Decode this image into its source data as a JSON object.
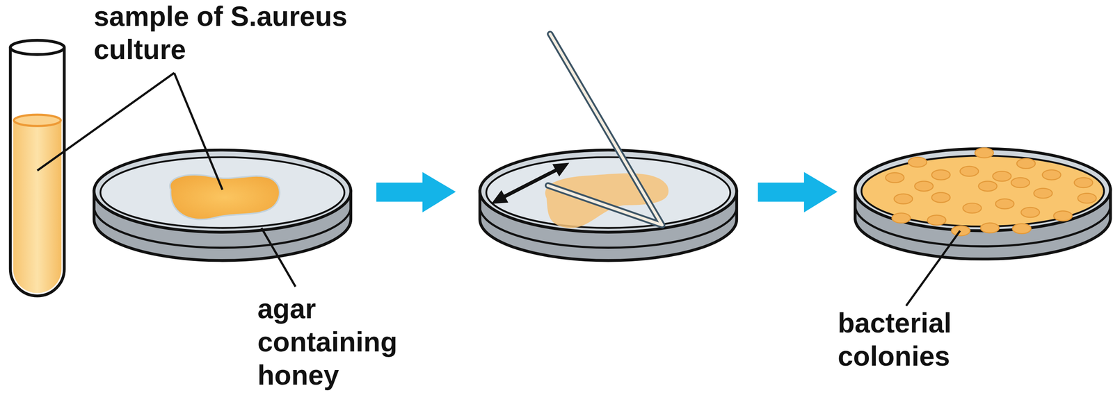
{
  "diagram": {
    "labels": [
      "sample of S.aureus culture",
      "agar containing honey",
      "bacterial colonies"
    ]
  }
}
